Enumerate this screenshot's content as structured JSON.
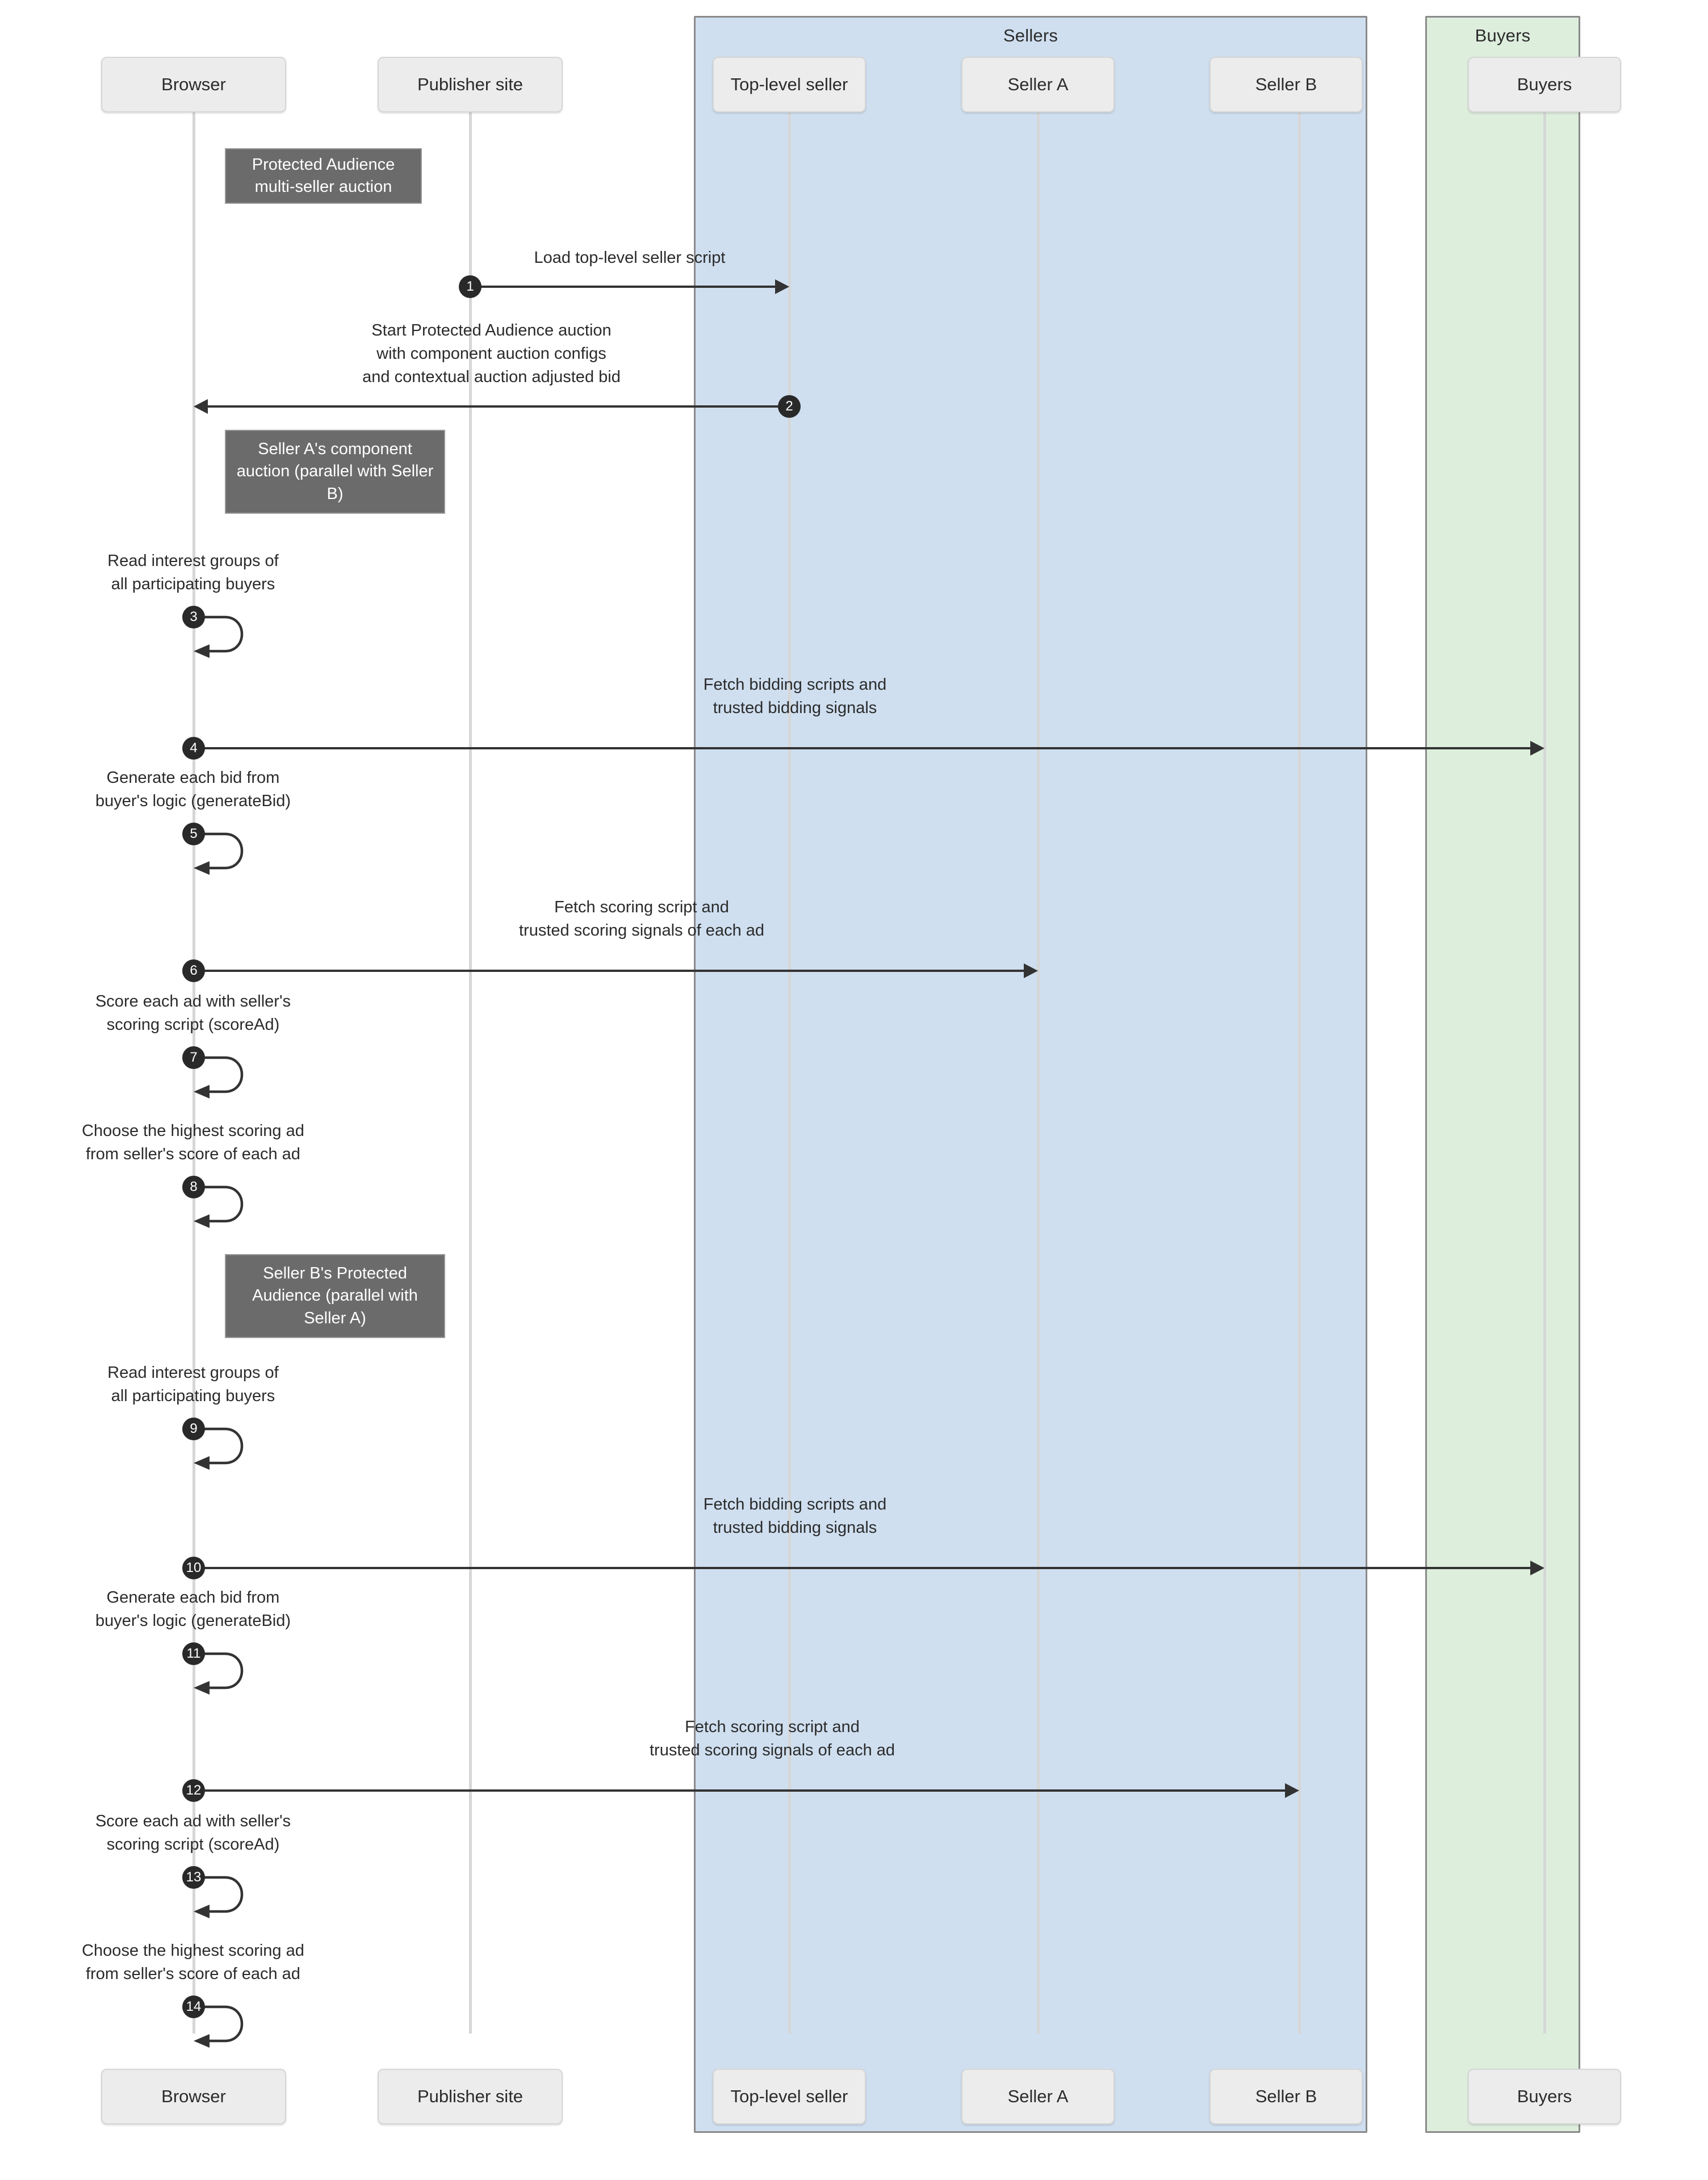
{
  "diagram": {
    "type": "sequence-diagram",
    "title": "Protected Audience multi-seller auction"
  },
  "groups": [
    {
      "id": "sellers",
      "label": "Sellers",
      "color": "#cfdff0",
      "border": "#8a8a8a"
    },
    {
      "id": "buyers",
      "label": "Buyers",
      "color": "#ddeedd",
      "border": "#8a8a8a"
    }
  ],
  "participants": [
    {
      "id": "browser",
      "label": "Browser"
    },
    {
      "id": "publisher",
      "label": "Publisher site"
    },
    {
      "id": "toplevelseller",
      "label": "Top-level seller"
    },
    {
      "id": "sellera",
      "label": "Seller A"
    },
    {
      "id": "sellerb",
      "label": "Seller B"
    },
    {
      "id": "buyers",
      "label": "Buyers"
    }
  ],
  "notes": [
    {
      "id": "note-1",
      "text": "Protected Audience\nmulti-seller auction"
    },
    {
      "id": "note-2",
      "text": "Seller A's\ncomponent auction\n(parallel with Seller B)"
    },
    {
      "id": "note-3",
      "text": "Seller B's\nProtected Audience\n(parallel with Seller A)"
    }
  ],
  "messages": [
    {
      "num": "1",
      "label": "Load top-level seller script",
      "from": "publisher",
      "to": "toplevelseller",
      "kind": "arrow-right"
    },
    {
      "num": "2",
      "label": "Start Protected Audience auction\nwith component auction configs\nand contextual auction adjusted bid",
      "from": "toplevelseller",
      "to": "browser",
      "kind": "arrow-left"
    },
    {
      "num": "3",
      "label": "Read interest groups of\nall participating buyers",
      "from": "browser",
      "to": "browser",
      "kind": "self"
    },
    {
      "num": "4",
      "label": "Fetch bidding scripts and\ntrusted bidding signals",
      "from": "browser",
      "to": "buyers",
      "kind": "arrow-right"
    },
    {
      "num": "5",
      "label": "Generate each bid from\nbuyer's logic (generateBid)",
      "from": "browser",
      "to": "browser",
      "kind": "self"
    },
    {
      "num": "6",
      "label": "Fetch scoring script and\ntrusted scoring signals of each ad",
      "from": "browser",
      "to": "sellera",
      "kind": "arrow-right"
    },
    {
      "num": "7",
      "label": "Score each ad with seller's\nscoring script (scoreAd)",
      "from": "browser",
      "to": "browser",
      "kind": "self"
    },
    {
      "num": "8",
      "label": "Choose the highest scoring ad\nfrom seller's score of each ad",
      "from": "browser",
      "to": "browser",
      "kind": "self"
    },
    {
      "num": "9",
      "label": "Read interest groups of\nall participating buyers",
      "from": "browser",
      "to": "browser",
      "kind": "self"
    },
    {
      "num": "10",
      "label": "Fetch bidding scripts and\ntrusted bidding signals",
      "from": "browser",
      "to": "buyers",
      "kind": "arrow-right"
    },
    {
      "num": "11",
      "label": "Generate each bid from\nbuyer's logic (generateBid)",
      "from": "browser",
      "to": "browser",
      "kind": "self"
    },
    {
      "num": "12",
      "label": "Fetch scoring script and\ntrusted scoring signals of each ad",
      "from": "browser",
      "to": "sellerb",
      "kind": "arrow-right"
    },
    {
      "num": "13",
      "label": "Score each ad with seller's\nscoring script (scoreAd)",
      "from": "browser",
      "to": "browser",
      "kind": "self"
    },
    {
      "num": "14",
      "label": "Choose the highest scoring ad\nfrom seller's score of each ad",
      "from": "browser",
      "to": "browser",
      "kind": "self"
    }
  ]
}
